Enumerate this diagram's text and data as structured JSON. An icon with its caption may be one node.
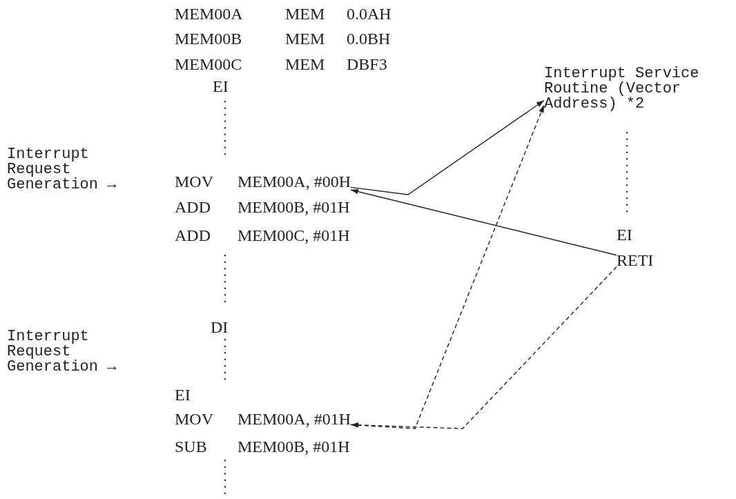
{
  "diagram": {
    "nodes": [
      {
        "text": [
          "Interrupt Service Routine (Vector Address) *2"
        ]
      },
      {
        "text": [
          "MOV",
          "MEM00A, #00H"
        ]
      },
      {
        "text": [
          "RETI"
        ]
      },
      {
        "text": [
          "MOV",
          "MEM00A, #01H"
        ]
      }
    ],
    "edges": [
      {
        "from": 1,
        "to": 0,
        "arrow": "to"
      },
      {
        "from": 2,
        "to": 1,
        "arrow": "to"
      },
      {
        "from": 3,
        "to": 0,
        "arrow": "to",
        "style": "dashed"
      },
      {
        "from": 2,
        "to": 3,
        "arrow": "to",
        "style": "dashed"
      }
    ],
    "labels": [
      "MEM00A",
      "MEM",
      "0.0AH",
      "MEM00B",
      "MEM",
      "0.0BH",
      "MEM00C",
      "MEM",
      "DBF3",
      "EI",
      "Interrupt Request Generation →",
      "ADD",
      "MEM00B, #01H",
      "ADD",
      "MEM00C, #01H",
      "EI",
      "DI",
      "Interrupt Request Generation →",
      "EI",
      "SUB",
      "MEM00B, #01H"
    ]
  }
}
